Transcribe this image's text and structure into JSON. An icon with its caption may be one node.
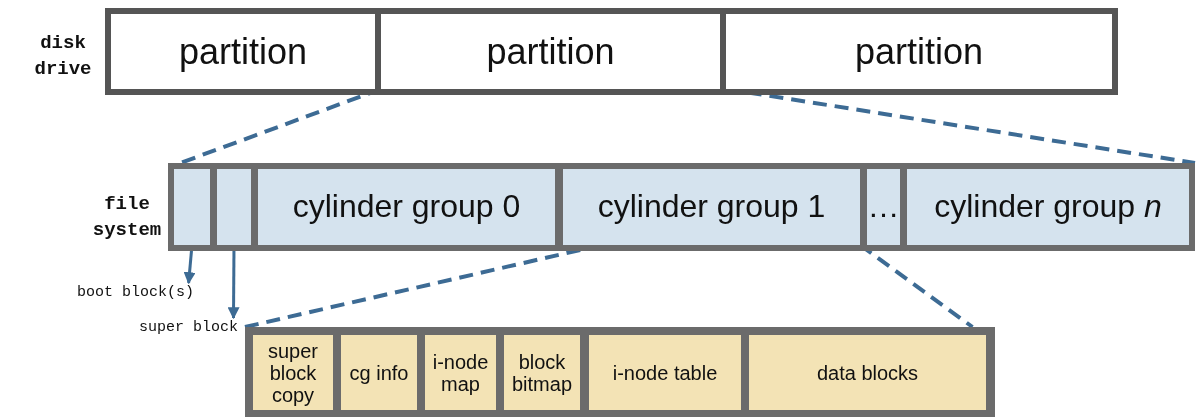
{
  "diagram": {
    "nodes": [
      {
        "text": [
          "disk drive"
        ]
      },
      {
        "text": [
          "partition"
        ],
        "in": 0
      },
      {
        "text": [
          "partition"
        ],
        "in": 0
      },
      {
        "text": [
          "partition"
        ],
        "in": 0
      },
      {
        "text": [
          "file system"
        ]
      },
      {
        "text": [],
        "shape": "box",
        "in": 4
      },
      {
        "text": [],
        "shape": "box",
        "in": 4
      },
      {
        "text": [
          "cylinder group 0"
        ],
        "in": 4
      },
      {
        "text": [
          "cylinder group 1"
        ],
        "in": 4
      },
      {
        "text": [
          "…"
        ],
        "in": 4
      },
      {
        "text": [
          "cylinder group *n*"
        ],
        "in": 4
      },
      {
        "text": [
          "boot block(s)"
        ]
      },
      {
        "text": [
          "super block"
        ]
      },
      {
        "text": [],
        "shape": "box"
      },
      {
        "text": [
          "super block copy"
        ],
        "in": 13
      },
      {
        "text": [
          "cg info"
        ],
        "in": 13
      },
      {
        "text": [
          "i-node map"
        ],
        "in": 13
      },
      {
        "text": [
          "block bitmap"
        ],
        "in": 13
      },
      {
        "text": [
          "i-node table"
        ],
        "in": 13
      },
      {
        "text": [
          "data blocks"
        ],
        "in": 13
      }
    ],
    "edges": [
      {
        "from": 2,
        "to": 4,
        "arrow": "none",
        "style": "dashed"
      },
      {
        "from": 2,
        "to": 4,
        "arrow": "none",
        "style": "dashed"
      },
      {
        "from": 5,
        "to": 11,
        "arrow": "to"
      },
      {
        "from": 6,
        "to": 12,
        "arrow": "to"
      },
      {
        "from": 8,
        "to": 13,
        "arrow": "none",
        "style": "dashed"
      },
      {
        "from": 8,
        "to": 13,
        "arrow": "none",
        "style": "dashed"
      }
    ]
  }
}
